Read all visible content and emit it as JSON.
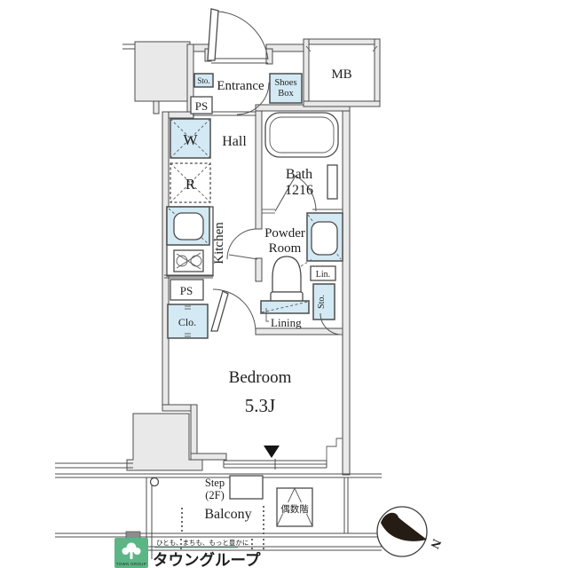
{
  "plan": {
    "rooms": {
      "entrance": "Entrance",
      "hall": "Hall",
      "kitchen": "Kitchen",
      "bath": "Bath",
      "bath_size": "1216",
      "powder_line1": "Powder",
      "powder_line2": "Room",
      "bedroom": "Bedroom",
      "bedroom_size": "5.3J",
      "balcony": "Balcony",
      "meter_box": "MB"
    },
    "fixtures": {
      "storage_entrance": "Sto.",
      "shoes_line1": "Shoes",
      "shoes_line2": "Box",
      "pipe_shaft_top": "PS",
      "washer": "W",
      "refrigerator": "R",
      "linen": "Lin.",
      "storage_powder": "Sto.",
      "lining": "Lining",
      "pipe_shaft_bottom": "PS",
      "closet": "Clo."
    },
    "annotations": {
      "step_line1": "Step",
      "step_line2": "(2F)",
      "even_floors": "偶数階",
      "north": "N"
    },
    "colors": {
      "fixture_blue": "#d3e9f4",
      "wall_gray": "#e9e9e9",
      "line": "#4c4c4c",
      "logo_green": "#5cb585",
      "logo_light_green": "#8ed0ab",
      "tagline_green": "#43a374"
    }
  },
  "footer": {
    "tagline": "ひとも、まちも、もっと豊かに",
    "brand": "タウングループ",
    "brand_en": "TOWN GROUP"
  }
}
